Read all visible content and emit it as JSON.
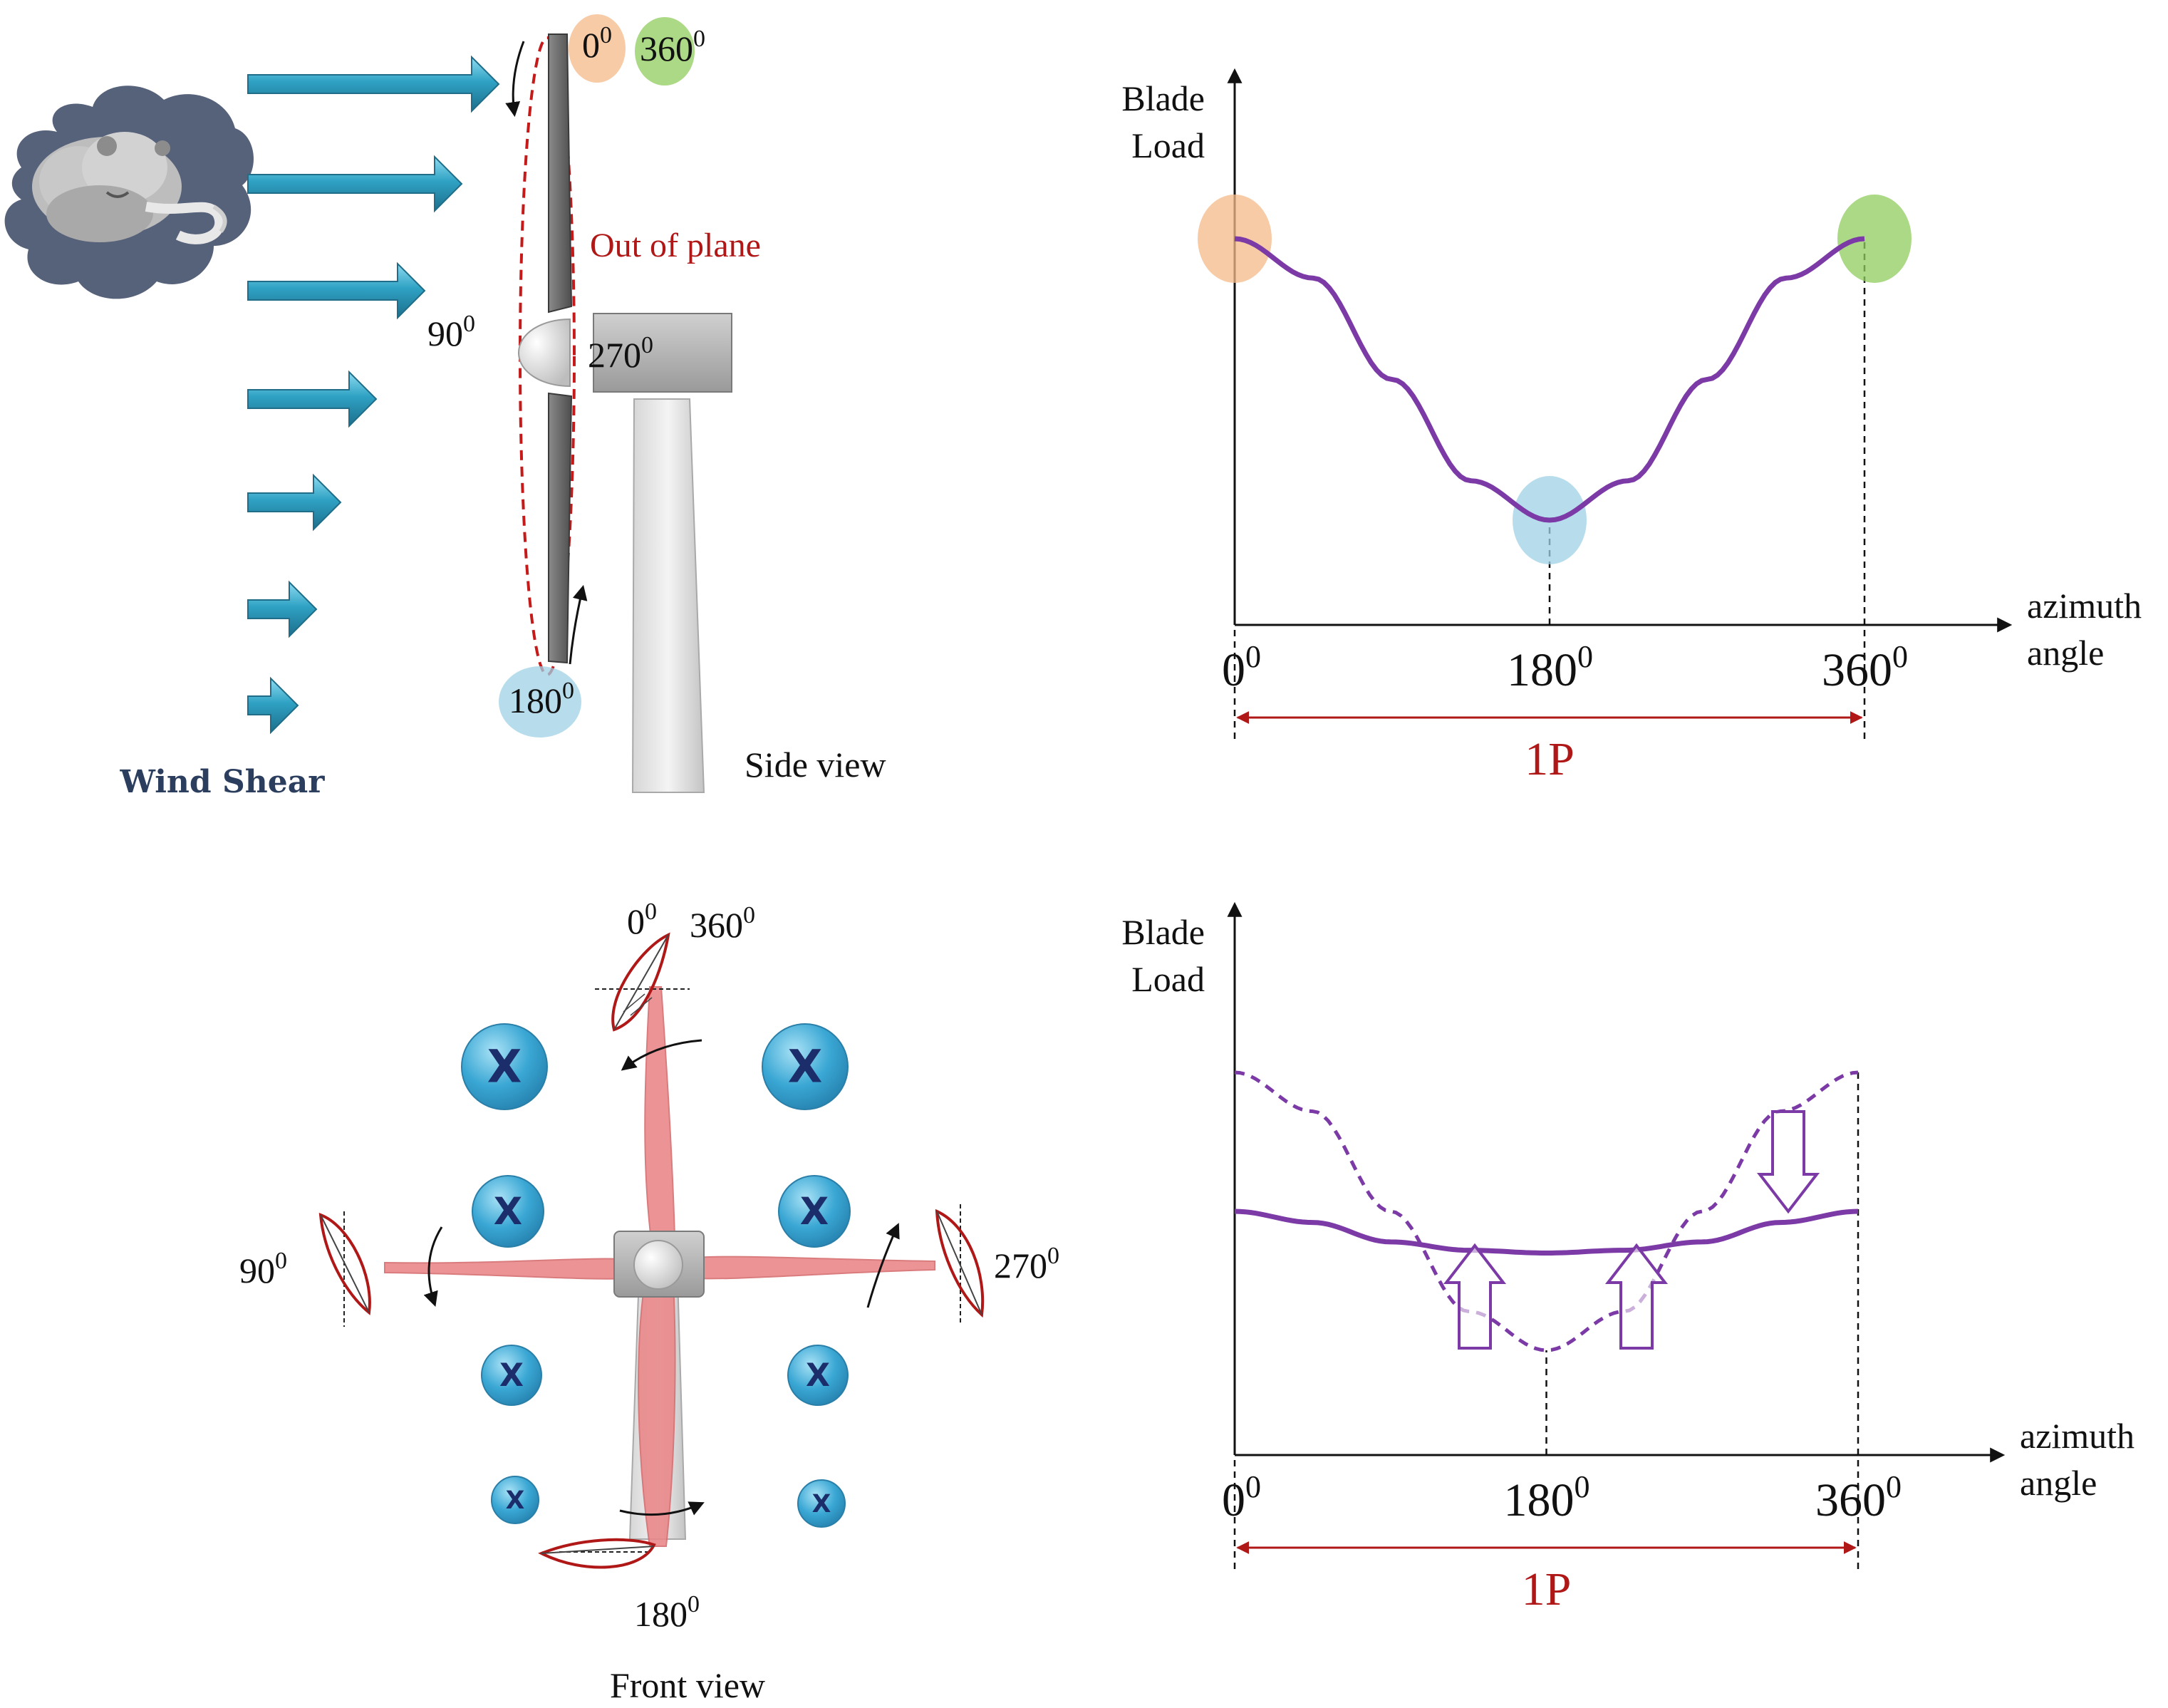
{
  "side_view": {
    "wind_shear_label": "Wind Shear",
    "out_of_plane_label": "Out of plane",
    "view_label": "Side view",
    "angle_0": "0",
    "angle_360": "360",
    "angle_90": "90",
    "angle_180": "180",
    "angle_270": "270",
    "degree_mark": "0"
  },
  "front_view": {
    "view_label": "Front view",
    "angle_0": "0",
    "angle_360": "360",
    "angle_90": "90",
    "angle_180": "180",
    "angle_270": "270",
    "degree_mark": "0",
    "marker": "X"
  },
  "colors": {
    "arrow_blue": "#2a8fae",
    "marker_blue": "#3aa7d4",
    "marker_text": "#1b2e6b",
    "curve_purple": "#7b3aa6",
    "period_red": "#b01818",
    "blade_pink": "#e9888a",
    "peak_orange": "#f6b98a",
    "peak_green": "#8fcc5c",
    "trough_blue": "#9fd2e6"
  },
  "chart_data": [
    {
      "type": "line",
      "ylabel": "Blade\nLoad",
      "ylabel_lines": [
        "Blade",
        "Load"
      ],
      "xlabel_lines": [
        "azimuth",
        "angle"
      ],
      "x_ticks": [
        "0",
        "180",
        "360"
      ],
      "tick_degree_mark": "0",
      "period_label": "1P",
      "series": [
        {
          "x": [
            0,
            45,
            90,
            135,
            180,
            225,
            270,
            315,
            360
          ],
          "y": [
            1.0,
            0.86,
            0.5,
            0.14,
            0.0,
            0.14,
            0.5,
            0.86,
            1.0
          ],
          "style": "solid"
        }
      ],
      "highlights": [
        {
          "x": 0,
          "color": "#f6b98a"
        },
        {
          "x": 180,
          "color": "#9fd2e6"
        },
        {
          "x": 360,
          "color": "#8fcc5c"
        }
      ]
    },
    {
      "type": "line",
      "ylabel": "Blade\nLoad",
      "ylabel_lines": [
        "Blade",
        "Load"
      ],
      "xlabel_lines": [
        "azimuth",
        "angle"
      ],
      "x_ticks": [
        "0",
        "180",
        "360"
      ],
      "tick_degree_mark": "0",
      "period_label": "1P",
      "series": [
        {
          "x": [
            0,
            45,
            90,
            135,
            180,
            225,
            270,
            315,
            360
          ],
          "y": [
            1.0,
            0.86,
            0.5,
            0.14,
            0.0,
            0.14,
            0.5,
            0.86,
            1.0
          ],
          "style": "dashed"
        },
        {
          "x": [
            0,
            45,
            90,
            135,
            180,
            225,
            270,
            315,
            360
          ],
          "y": [
            0.5,
            0.46,
            0.39,
            0.36,
            0.35,
            0.36,
            0.39,
            0.46,
            0.5
          ],
          "style": "solid"
        }
      ]
    }
  ]
}
